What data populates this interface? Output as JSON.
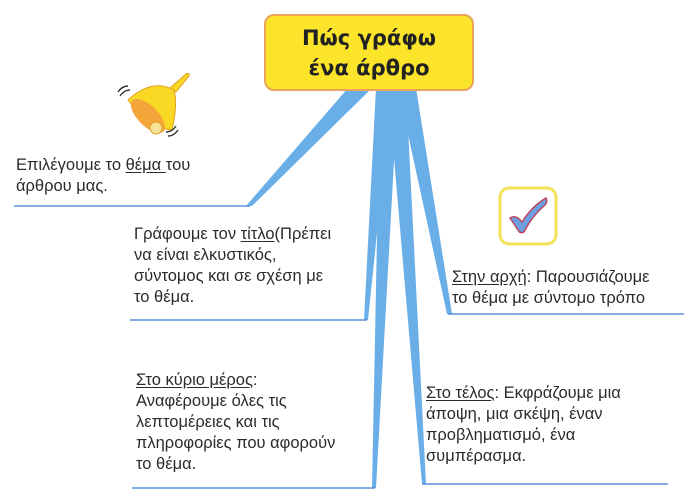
{
  "central": {
    "title": "Πώς γράφω ένα άρθρο"
  },
  "nodes": {
    "topic": {
      "line1_pre": "Επιλέγουμε το ",
      "line1_underlined": "θέμα ",
      "line1_post": "του",
      "line2": "άρθρου μας."
    },
    "title": {
      "line1_pre": "Γράφουμε τον ",
      "line1_underlined": "τίτλο",
      "line1_post": "(Πρέπει",
      "line2": "να είναι ελκυστικός,",
      "line3": "σύντομος και σε σχέση με",
      "line4": "το θέμα."
    },
    "intro": {
      "line1_underlined": "Στην αρχή",
      "line1_post": ": Παρουσιάζουμε",
      "line2": "το θέμα με σύντομο τρόπο"
    },
    "body": {
      "line1_underlined": "Στο κύριο μέρος",
      "line1_post": ":",
      "line2": "Αναφέρουμε όλες τις",
      "line3": "λεπτομέρειες και τις",
      "line4": "πληροφορίες που αφορούν",
      "line5": "το θέμα."
    },
    "end": {
      "line1_underlined": "Στο τέλος",
      "line1_post": ": Εκφράζουμε μια",
      "line2": "άποψη, μια σκέψη, έναν",
      "line3": "προβληματισμό, ένα",
      "line4": "συμπέρασμα."
    }
  },
  "icons": {
    "bell": "bell-icon",
    "check": "checkmark-icon"
  },
  "colors": {
    "central_fill": "#fbe42a",
    "central_border": "#e9a55b",
    "branch": "#6aaee8",
    "branch_dark": "#4c8fd6",
    "underline_rule": "#5b8fd8",
    "text": "#2b2b2b",
    "bell_yellow": "#f9d923",
    "bell_orange": "#f3a53a",
    "check_blue": "#6c9fe0",
    "check_outline": "#c0405a",
    "check_frame": "#f3e25a"
  }
}
